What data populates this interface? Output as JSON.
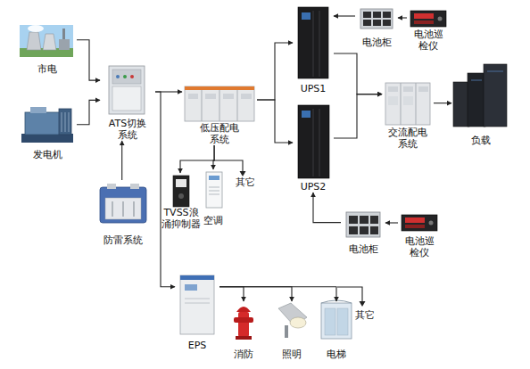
{
  "diagram": {
    "nodes": [
      {
        "text": [
          "市电"
        ]
      },
      {
        "text": [
          "发电机"
        ]
      },
      {
        "text": [
          "ATS切换系统"
        ]
      },
      {
        "text": [
          "防雷系统"
        ]
      },
      {
        "text": [
          "低压配电系统"
        ]
      },
      {
        "text": [
          "TVSS浪涌抑制器"
        ]
      },
      {
        "text": [
          "空调"
        ]
      },
      {
        "text": [
          "UPS1"
        ]
      },
      {
        "text": [
          "UPS2"
        ]
      },
      {
        "text": [
          "电池柜"
        ]
      },
      {
        "text": [
          "电池巡检仪"
        ]
      },
      {
        "text": [
          "交流配电系统"
        ]
      },
      {
        "text": [
          "负载"
        ]
      },
      {
        "text": [
          "电池柜"
        ]
      },
      {
        "text": [
          "电池巡检仪"
        ]
      },
      {
        "text": [
          "EPS"
        ]
      },
      {
        "text": [
          "消防"
        ]
      },
      {
        "text": [
          "照明"
        ]
      },
      {
        "text": [
          "电梯"
        ]
      }
    ],
    "edges": [
      {
        "from": 0,
        "to": 2,
        "arrow": "to"
      },
      {
        "from": 1,
        "to": 2,
        "arrow": "to"
      },
      {
        "from": 3,
        "to": 2,
        "arrow": "to"
      },
      {
        "from": 2,
        "to": 4,
        "arrow": "to"
      },
      {
        "from": 4,
        "to": 7,
        "arrow": "to"
      },
      {
        "from": 4,
        "to": 8,
        "arrow": "to"
      },
      {
        "from": 4,
        "to": 5,
        "arrow": "to"
      },
      {
        "from": 4,
        "to": 6,
        "arrow": "to"
      },
      {
        "from": 2,
        "to": 15,
        "arrow": "to"
      },
      {
        "from": 10,
        "to": 9,
        "arrow": "to"
      },
      {
        "from": 9,
        "to": 7,
        "arrow": "to"
      },
      {
        "from": 7,
        "to": 11,
        "arrow": "to"
      },
      {
        "from": 8,
        "to": 11,
        "arrow": "to"
      },
      {
        "from": 11,
        "to": 12,
        "arrow": "to"
      },
      {
        "from": 14,
        "to": 13,
        "arrow": "to"
      },
      {
        "from": 13,
        "to": 8,
        "arrow": "to"
      },
      {
        "from": 15,
        "to": 16,
        "arrow": "to"
      },
      {
        "from": 15,
        "to": 17,
        "arrow": "to"
      },
      {
        "from": 15,
        "to": 18,
        "arrow": "to"
      }
    ],
    "labels": [
      "其它",
      "其它"
    ]
  }
}
